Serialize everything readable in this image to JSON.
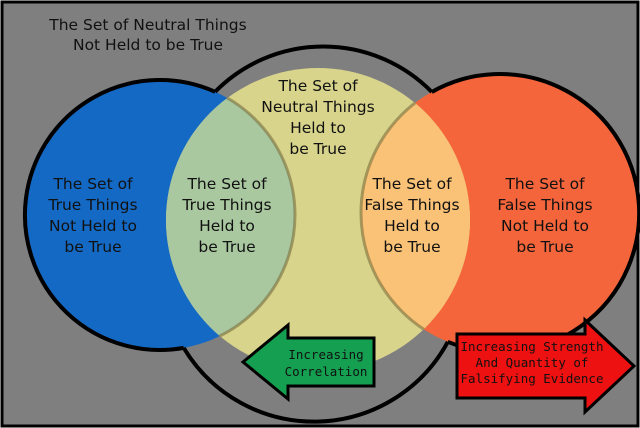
{
  "background": {
    "color": "#7f7f7f",
    "label_lines": [
      "The Set of Neutral Things",
      "Not Held to be True"
    ]
  },
  "sets": {
    "true_not_held": {
      "color": "#1469c4",
      "label_lines": [
        "The Set of",
        "True Things",
        "Not Held to",
        "be True"
      ]
    },
    "neutral_held": {
      "color": "#d8d48c",
      "label_lines": [
        "The Set of",
        "Neutral Things",
        "Held to",
        "be True"
      ]
    },
    "false_not_held": {
      "color": "#f4653b",
      "label_lines": [
        "The Set of",
        "False Things",
        "Not Held to",
        "be True"
      ]
    },
    "true_held": {
      "color": "#a9c8a0",
      "label_lines": [
        "The Set of",
        "True Things",
        "Held to",
        "be True"
      ]
    },
    "false_held": {
      "color": "#f9c277",
      "label_lines": [
        "The Set of",
        "False Things",
        "Held to",
        "be True"
      ]
    }
  },
  "arrows": {
    "correlation": {
      "color": "#14a050",
      "direction": "left",
      "label_lines": [
        "Increasing",
        "Correlation"
      ]
    },
    "falsifying": {
      "color": "#ee1111",
      "direction": "right",
      "label_lines": [
        "Increasing Strength",
        "And Quantity of",
        "Falsifying Evidence"
      ]
    }
  }
}
